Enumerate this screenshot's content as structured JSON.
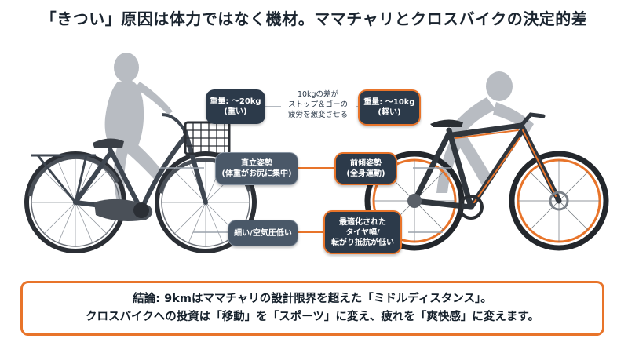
{
  "title": "「きつい」原因は体力ではなく機材。ママチャリとクロスバイクの決定的差",
  "labels": {
    "weight_left": [
      "重量: ～20kg",
      "(重い)"
    ],
    "weight_right": [
      "重量: ～10kg",
      "(軽い)"
    ],
    "weight_note": [
      "10kgの差が",
      "ストップ＆ゴーの",
      "疲労を激変させる"
    ],
    "posture_left": [
      "直立姿勢",
      "(体重がお尻に集中)"
    ],
    "posture_right": [
      "前傾姿勢",
      "(全身運動)"
    ],
    "tire_left": [
      "細い/空気圧低い"
    ],
    "tire_right": [
      "最適化された",
      "タイヤ幅/",
      "転がり抵抗が低い"
    ]
  },
  "conclusion": {
    "line1": "結論: 9kmはママチャリの設計限界を超えた「ミドルディスタンス」。",
    "line2": "クロスバイクへの投資は「移動」を「スポーツ」に変え、疲れを「爽快感」に変えます。"
  },
  "colors": {
    "accent": "#e8742a",
    "dark_pill": "#2c3a4a",
    "text": "#15202b"
  }
}
